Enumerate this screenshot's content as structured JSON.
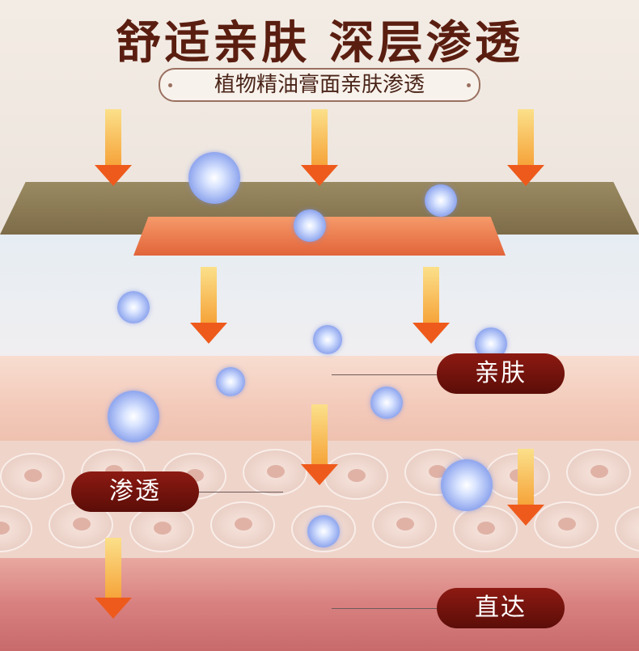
{
  "header": {
    "title": "舒适亲肤  深层渗透",
    "subtitle": "植物精油膏面亲肤渗透"
  },
  "labels": {
    "skin_friendly": "亲肤",
    "penetrate": "渗透",
    "direct": "直达"
  },
  "colors": {
    "title": "#5a1e10",
    "pill": "#7a1510",
    "arrow": "#ee5a1c",
    "plaster": "#8a7a55"
  }
}
